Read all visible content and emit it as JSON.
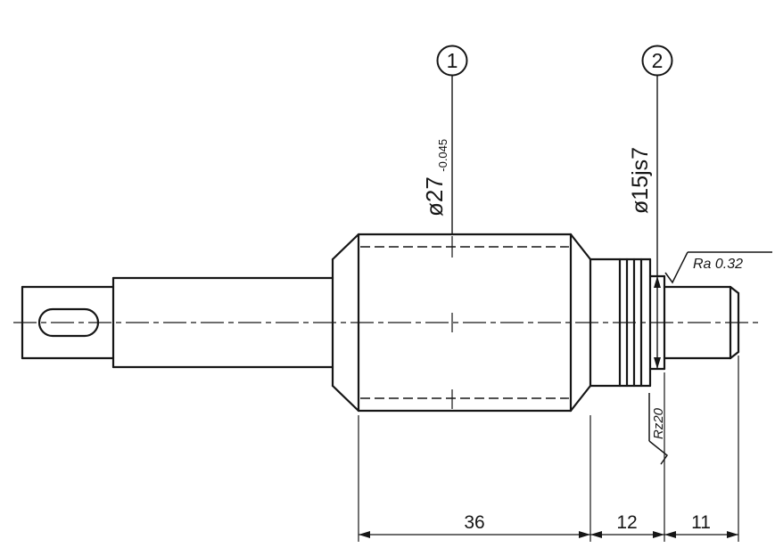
{
  "callouts": {
    "balloon1": "1",
    "balloon2": "2"
  },
  "labels": {
    "dia27_main": "ø27",
    "dia27_tol": "-0.045",
    "dia15": "ø15js7",
    "ra": "Ra 0.32",
    "rz": "Rz20"
  },
  "dimensions": {
    "len36": "36",
    "len12": "12",
    "len11": "11"
  },
  "colors": {
    "ink": "#161616",
    "paper": "#ffffff"
  }
}
